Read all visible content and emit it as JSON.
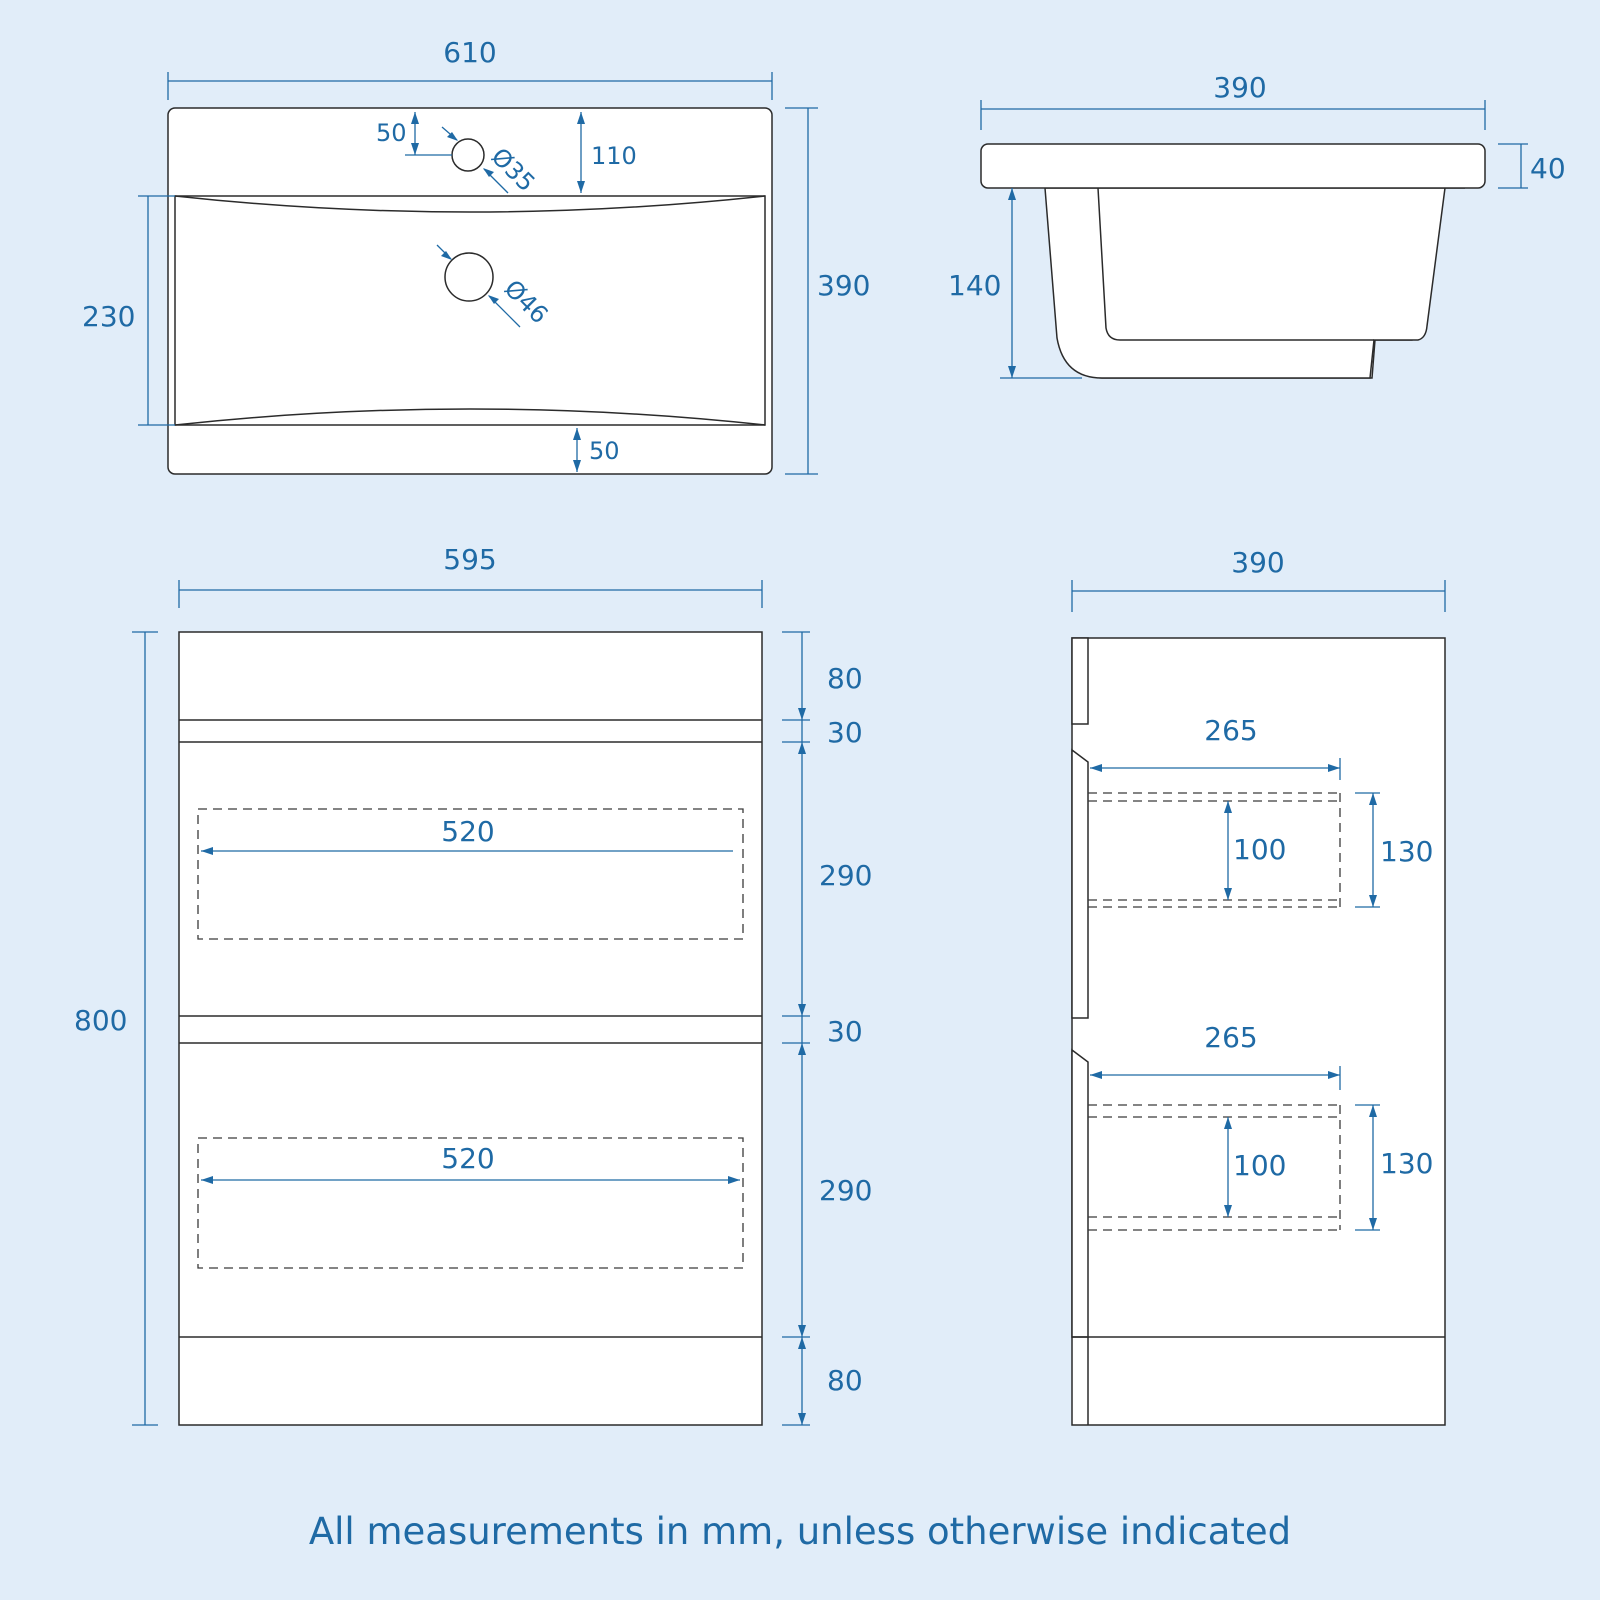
{
  "colors": {
    "background": "#e1edf9",
    "dimension": "#1f6aa5",
    "outline": "#2b2b2b",
    "fill": "#ffffff"
  },
  "basin_top": {
    "width": "610",
    "depth": "390",
    "bowl_length": "230",
    "tap_hole_offset": "50",
    "bowl_offset": "110",
    "tap_hole_diameter": "Ø35",
    "waste_hole_diameter": "Ø46",
    "front_rim": "50"
  },
  "basin_side": {
    "depth": "390",
    "rim_thickness": "40",
    "bowl_depth": "140"
  },
  "unit_front": {
    "width": "595",
    "height": "800",
    "top_panel": "80",
    "gap_top": "30",
    "drawer_top": "290",
    "gap_middle": "30",
    "drawer_bottom": "290",
    "plinth": "80",
    "drawer_top_internal_width": "520",
    "drawer_bottom_internal_width": "520"
  },
  "unit_side": {
    "depth": "390",
    "drawer_top_internal_depth": "265",
    "drawer_top_internal_height": "100",
    "drawer_top_external_height": "130",
    "drawer_bottom_internal_depth": "265",
    "drawer_bottom_internal_height": "100",
    "drawer_bottom_external_height": "130"
  },
  "footer_note": "All measurements in mm, unless otherwise indicated"
}
